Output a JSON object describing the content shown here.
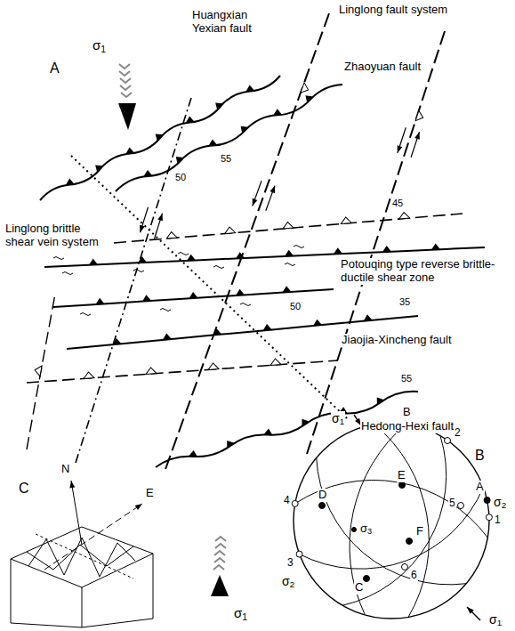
{
  "diagram": {
    "labels": [
      "σ1",
      "A",
      "Huangxian Yexian fault",
      "Linglong fault system",
      "Zhaoyuan fault",
      "50",
      "55",
      "45",
      "Linglong brittle shear vein system",
      "Potouqing type reverse brittle-ductile shear zone",
      "50",
      "35",
      "Jiaojia-Xincheng fault",
      "55",
      "Hedong-Hexi fault",
      "σ1",
      "C",
      "N",
      "E",
      "B",
      "σ1",
      "B",
      "2",
      "E",
      "A",
      "σ2",
      "5",
      "1",
      "4",
      "D",
      "σ3",
      "F",
      "3",
      "σ2",
      "C",
      "6",
      "σ1"
    ]
  }
}
